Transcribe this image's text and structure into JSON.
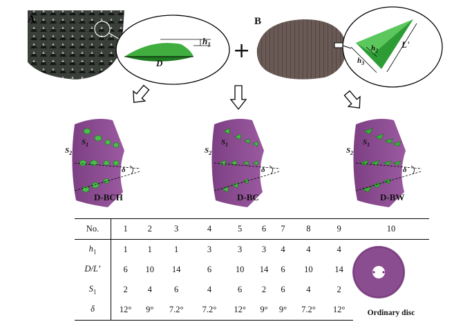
{
  "panels": {
    "a_label": "A",
    "b_label": "B",
    "plus": "+",
    "a_dims": {
      "height": "h",
      "height_sub": "1",
      "diameter": "D"
    },
    "b_dims": {
      "length": "L'",
      "h2": "h",
      "h2_sub": "2",
      "h3": "h",
      "h3_sub": "3"
    }
  },
  "discs": [
    {
      "name": "D-BCH",
      "s2": "S",
      "s2_sub": "2",
      "s1": "S",
      "s1_sub": "1",
      "delta": "δ"
    },
    {
      "name": "D-BC",
      "s2": "S",
      "s2_sub": "2",
      "s1": "S",
      "s1_sub": "1",
      "delta": "δ"
    },
    {
      "name": "D-BW",
      "s2": "S",
      "s2_sub": "2",
      "s1": "S",
      "s1_sub": "1",
      "delta": "δ"
    }
  ],
  "table": {
    "header_label": "No.",
    "columns": [
      "1",
      "2",
      "3",
      "4",
      "5",
      "6",
      "7",
      "8",
      "9",
      "10"
    ],
    "rows": [
      {
        "label": "h",
        "label_sub": "1",
        "values": [
          "1",
          "1",
          "1",
          "3",
          "3",
          "3",
          "4",
          "4",
          "4"
        ]
      },
      {
        "label": "D/L’",
        "label_sub": "",
        "values": [
          "6",
          "10",
          "14",
          "6",
          "10",
          "14",
          "6",
          "10",
          "14"
        ]
      },
      {
        "label": "S",
        "label_sub": "1",
        "values": [
          "2",
          "4",
          "6",
          "4",
          "6",
          "2",
          "6",
          "4",
          "2"
        ]
      },
      {
        "label": "δ",
        "label_sub": "",
        "values": [
          "12°",
          "9°",
          "7.2°",
          "7.2°",
          "12°",
          "9°",
          "9°",
          "7.2°",
          "12°"
        ]
      }
    ],
    "ordinary_label": "Ordinary disc"
  },
  "colors": {
    "disc": "#8a4d8f",
    "disc_dark": "#6b3770",
    "green": "#3fae3f",
    "green_dark": "#1f7a22"
  }
}
